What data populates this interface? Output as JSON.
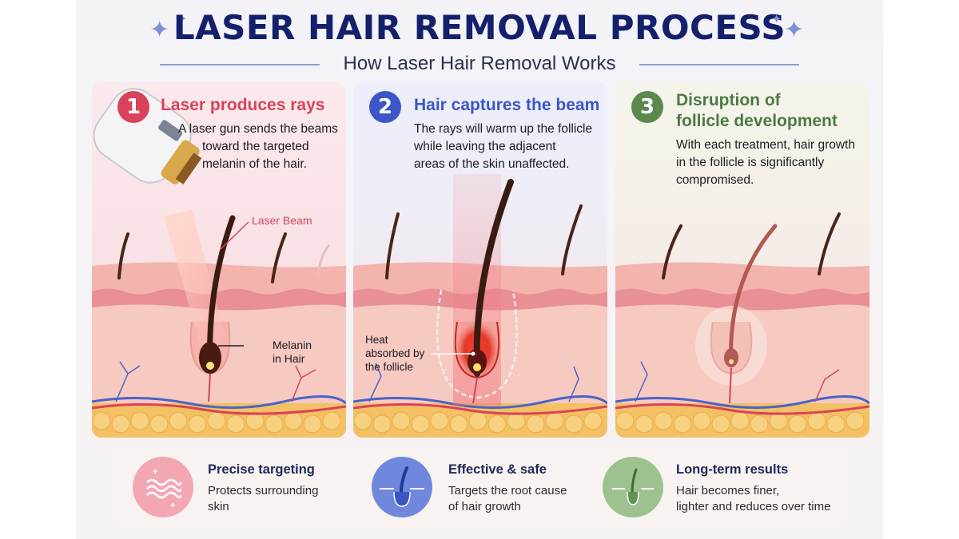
{
  "header": {
    "title": "LASER HAIR REMOVAL PROCESS",
    "subtitle": "How Laser Hair Removal Works"
  },
  "steps": [
    {
      "number": "1",
      "title": "Laser produces rays",
      "description": [
        "A laser gun sends the beams",
        "toward the targeted",
        "melanin of the hair."
      ],
      "callouts": {
        "beam": "Laser Beam",
        "melanin_1": "Melanin",
        "melanin_2": "in Hair"
      },
      "color": "#d9425a"
    },
    {
      "number": "2",
      "title": "Hair captures the beam",
      "description": [
        "The rays will warm up the follicle",
        "while leaving the adjacent",
        "areas of the skin unaffected."
      ],
      "callouts": {
        "heat_1": "Heat",
        "heat_2": "absorbed by",
        "heat_3": "the follicle"
      },
      "color": "#3c55c7"
    },
    {
      "number": "3",
      "title_lines": [
        "Disruption of",
        "follicle development"
      ],
      "description": [
        "With each treatment, hair growth",
        "in the follicle is significantly",
        "compromised."
      ],
      "color": "#5a8a4e"
    }
  ],
  "features": [
    {
      "title": "Precise targeting",
      "description": [
        "Protects surrounding",
        "skin"
      ],
      "icon": "waves-sparkle-icon",
      "color": "#f2a7b3"
    },
    {
      "title": "Effective & safe",
      "description": [
        "Targets the root cause",
        "of hair growth"
      ],
      "icon": "hair-root-icon",
      "color": "#6f88dd"
    },
    {
      "title": "Long-term results",
      "description": [
        "Hair becomes finer,",
        "lighter and reduces over time"
      ],
      "icon": "thin-hair-icon",
      "color": "#9dc28f"
    }
  ],
  "colors": {
    "title": "#14206b",
    "skin_top": "#f2b7b0",
    "dermis": "#f5c6bf",
    "fat": "#f5c46a",
    "hair": "#3a1b12"
  }
}
